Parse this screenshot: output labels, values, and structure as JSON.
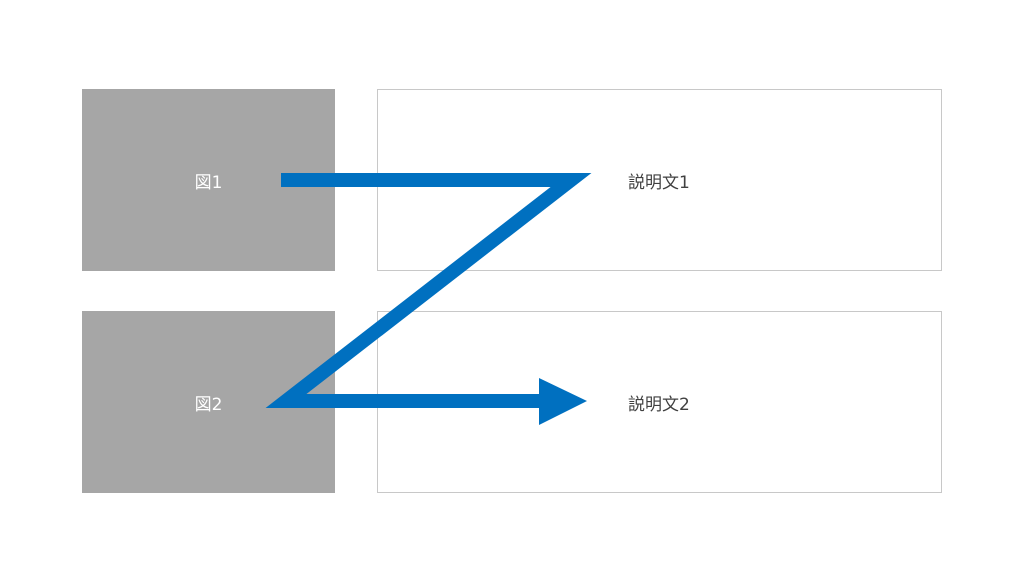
{
  "figures": [
    {
      "label": "図1"
    },
    {
      "label": "図2"
    }
  ],
  "descriptions": [
    {
      "label": "説明文1"
    },
    {
      "label": "説明文2"
    }
  ],
  "colors": {
    "figure_fill": "#a6a6a6",
    "figure_text": "#ffffff",
    "box_border": "#c8c8c8",
    "description_text": "#404040",
    "arrow": "#0070c0"
  }
}
